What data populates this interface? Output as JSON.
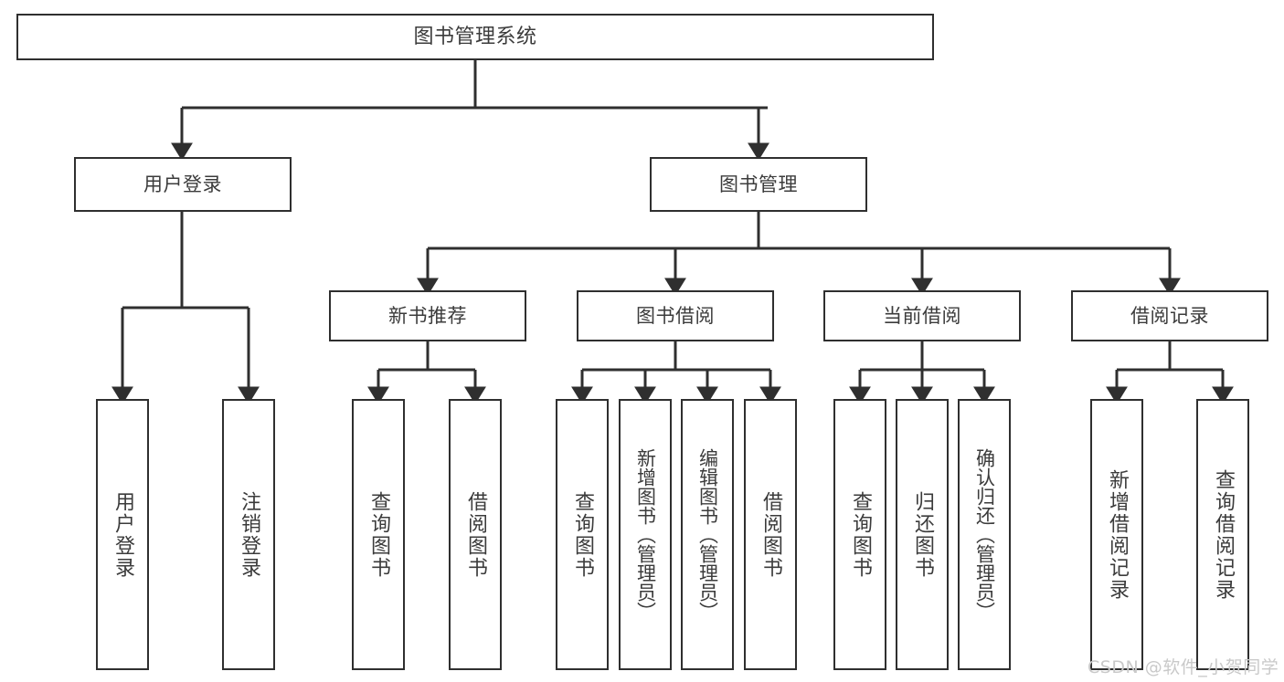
{
  "diagram": {
    "title": "图书管理系统",
    "root": {
      "label": "图书管理系统"
    },
    "level2": {
      "user_login": "用户登录",
      "book_manage": "图书管理"
    },
    "level3": {
      "new_book_recommend": "新书推荐",
      "book_borrow": "图书借阅",
      "current_borrow": "当前借阅",
      "borrow_record": "借阅记录"
    },
    "leaves": {
      "user_login_group": [
        "用户登录",
        "注销登录"
      ],
      "new_book_recommend_group": [
        "查询图书",
        "借阅图书"
      ],
      "book_borrow_group": [
        "查询图书",
        "新增图书（管理员）",
        "编辑图书（管理员）",
        "借阅图书"
      ],
      "current_borrow_group": [
        "查询图书",
        "归还图书",
        "确认归还（管理员）"
      ],
      "borrow_record_group": [
        "新增借阅记录",
        "查询借阅记录"
      ]
    }
  },
  "watermark": {
    "text": "CSDN @软件_小贺同学"
  },
  "colors": {
    "stroke": "#2f2f2f",
    "text": "#3b3b3b",
    "background": "#ffffff",
    "watermark": "#c9c9c9"
  }
}
